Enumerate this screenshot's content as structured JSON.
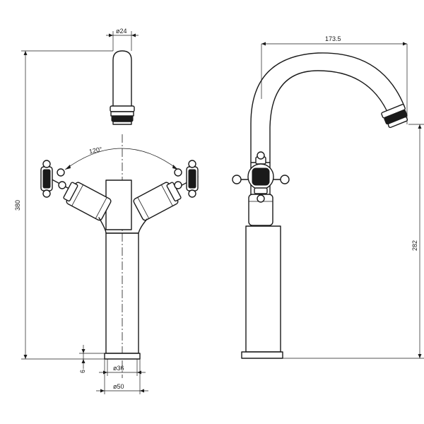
{
  "dimensions": {
    "spout_diameter": "ø24",
    "handle_angle": "120°",
    "total_height": "380",
    "base_thickness": "6",
    "base_inner_diameter": "ø36",
    "base_outer_diameter": "ø50",
    "spout_reach": "173.5",
    "spout_outlet_height": "282"
  },
  "colors": {
    "line": "#1a1a1a",
    "background": "#ffffff"
  }
}
